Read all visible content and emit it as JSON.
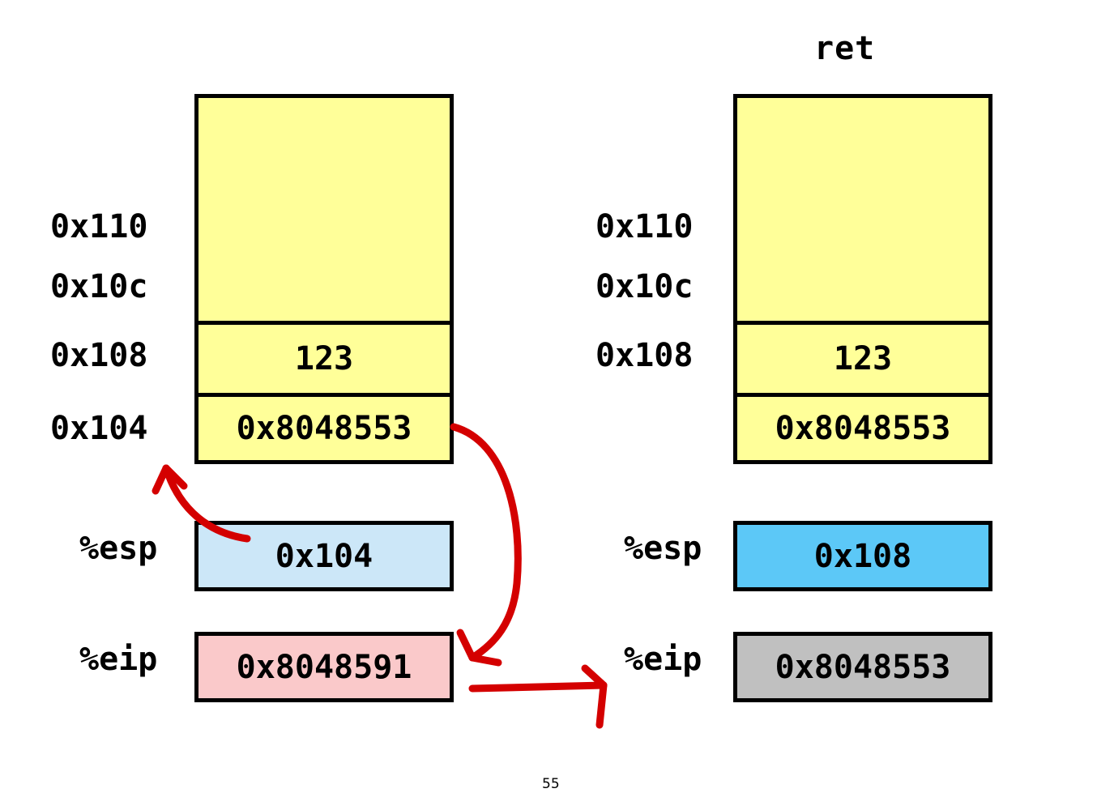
{
  "slide": {
    "page_number": "55",
    "accent_arrow_color": "#d40000",
    "border_color": "#000000"
  },
  "panels": [
    {
      "id": "before",
      "title": "",
      "stack": {
        "colors": {
          "fill": "#ffff99"
        },
        "cells": [
          {
            "value": "",
            "address": "",
            "name": "stack-cell-empty"
          },
          {
            "value": "",
            "address": "0x110",
            "name": "stack-cell-0x110"
          },
          {
            "value": "",
            "address": "0x10c",
            "name": "stack-cell-0x10c"
          },
          {
            "value": "123",
            "address": "0x108",
            "name": "stack-cell-0x108"
          },
          {
            "value": "0x8048553",
            "address": "0x104",
            "name": "stack-cell-0x104"
          }
        ]
      },
      "registers": [
        {
          "name": "esp",
          "label": "%esp",
          "value": "0x104",
          "color": "#cce7f8"
        },
        {
          "name": "eip",
          "label": "%eip",
          "value": "0x8048591",
          "color": "#fac9ca"
        }
      ]
    },
    {
      "id": "after",
      "title": "ret",
      "stack": {
        "colors": {
          "fill": "#ffff99"
        },
        "cells": [
          {
            "value": "",
            "address": "",
            "name": "stack-cell-empty"
          },
          {
            "value": "",
            "address": "0x110",
            "name": "stack-cell-0x110"
          },
          {
            "value": "",
            "address": "0x10c",
            "name": "stack-cell-0x10c"
          },
          {
            "value": "123",
            "address": "0x108",
            "name": "stack-cell-0x108"
          },
          {
            "value": "0x8048553",
            "address": "",
            "name": "stack-cell-0x104"
          }
        ]
      },
      "registers": [
        {
          "name": "esp",
          "label": "%esp",
          "value": "0x108",
          "color": "#5cc8f7"
        },
        {
          "name": "eip",
          "label": "%eip",
          "value": "0x8048553",
          "color": "#c0c0c0"
        }
      ]
    }
  ],
  "left_addresses": {
    "a110": "0x110",
    "a10c": "0x10c",
    "a108": "0x108",
    "a104": "0x104"
  },
  "right_addresses": {
    "a110": "0x110",
    "a10c": "0x10c",
    "a108": "0x108"
  },
  "left_registers": {
    "esp_label": "%esp",
    "esp_value": "0x104",
    "eip_label": "%eip",
    "eip_value": "0x8048591"
  },
  "right_registers": {
    "esp_label": "%esp",
    "esp_value": "0x108",
    "eip_label": "%eip",
    "eip_value": "0x8048553"
  },
  "left_stack": {
    "cell_108": "123",
    "cell_104": "0x8048553"
  },
  "right_stack": {
    "cell_108": "123",
    "cell_104": "0x8048553"
  },
  "title_right": "ret"
}
